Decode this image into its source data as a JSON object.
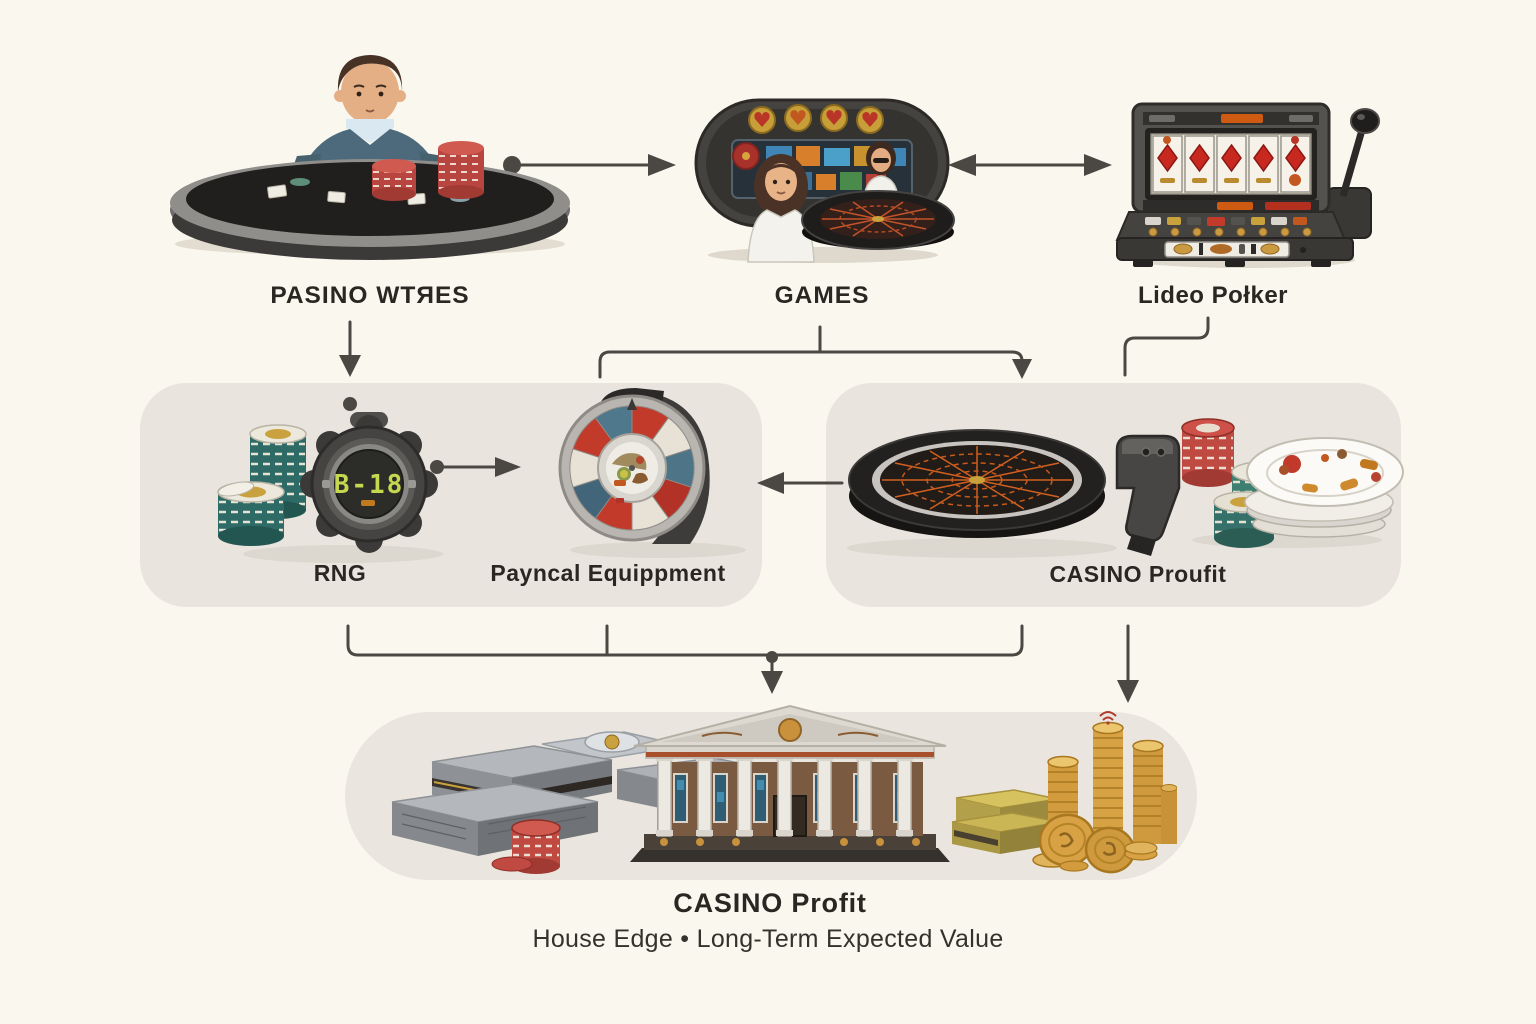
{
  "diagram": {
    "top_row": {
      "table_label": "PASINO WTЯES",
      "games_label": "GAMES",
      "video_poker_label": "Lideo Połker"
    },
    "middle_row": {
      "rng_label": "RNG",
      "rng_display": "B-18",
      "equipment_label": "Payncal Equippment",
      "profit_label": "CASINO Proufit"
    },
    "bottom": {
      "title": "CASINO Profit",
      "subtitle": "House Edge • Long-Term Expected Value"
    },
    "colors": {
      "background": "#FAF7EF",
      "panel": "#E9E5DE",
      "arrow": "#4B4742",
      "text": "#2A2723",
      "chip_red": "#BF4A42",
      "chip_teal": "#2E6B66",
      "gold": "#D29C3E",
      "rng_digits_green": "#C6D84F"
    }
  }
}
